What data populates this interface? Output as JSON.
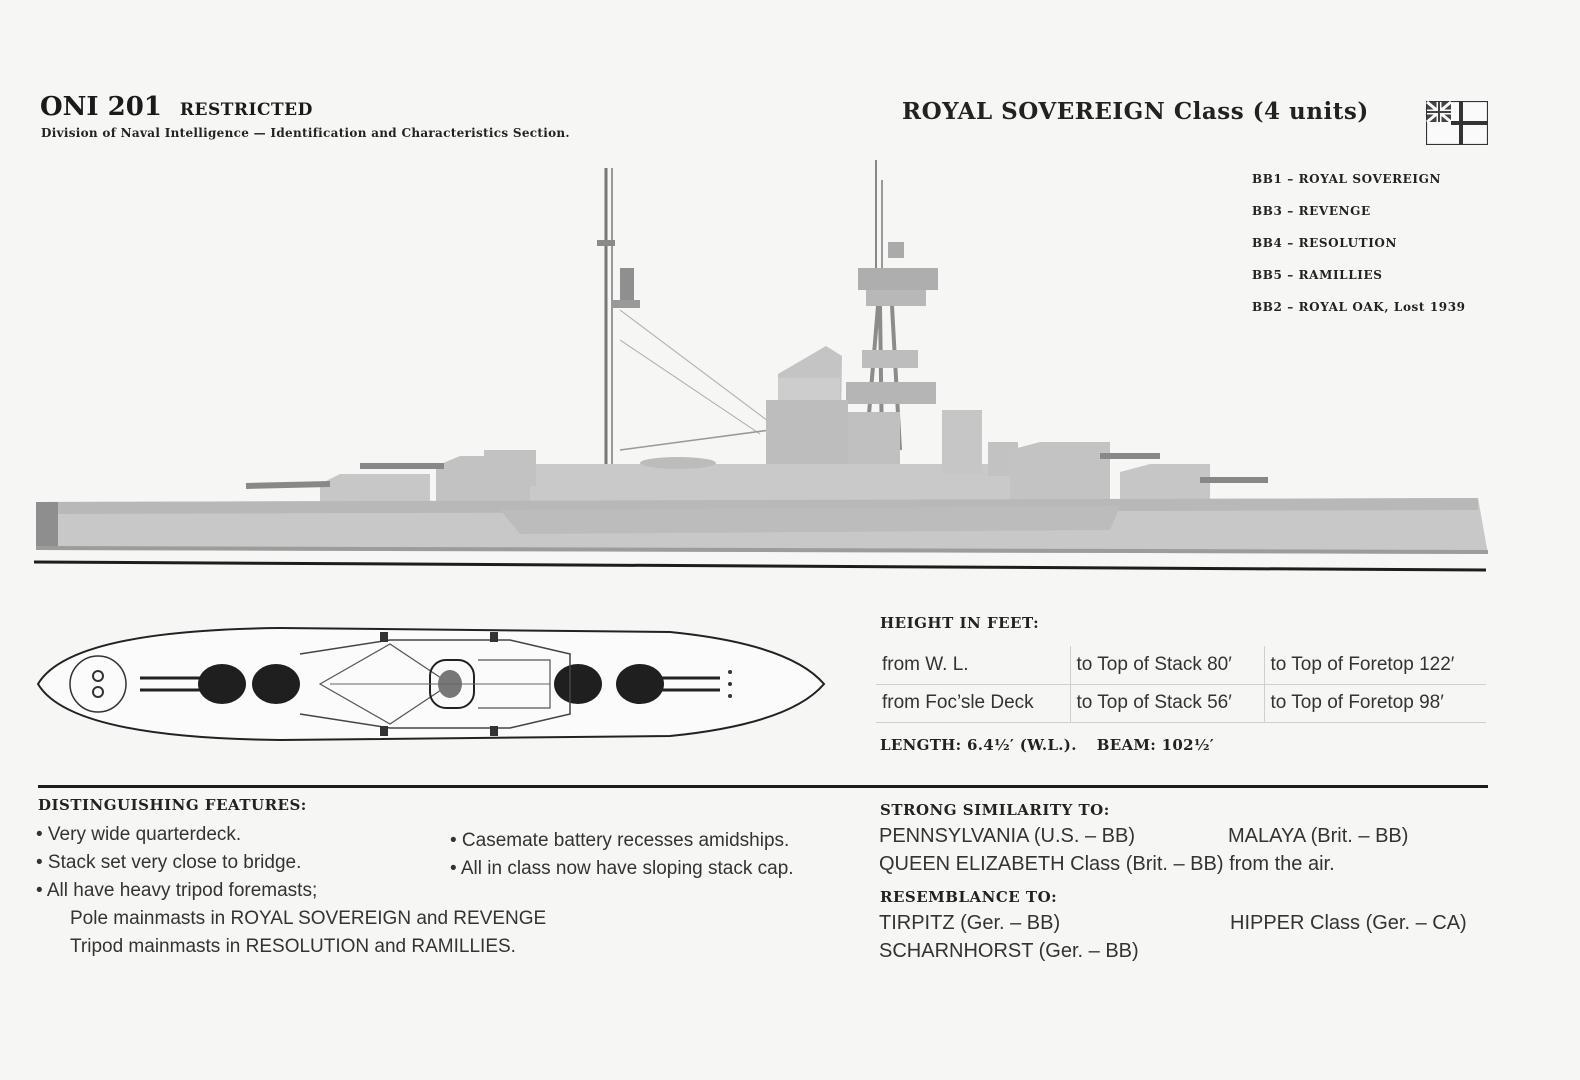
{
  "header": {
    "oni": "ONI 201",
    "restricted": "RESTRICTED",
    "division": "Division of Naval Intelligence — Identification and Characteristics Section.",
    "class_title": "ROYAL SOVEREIGN Class (4 units)"
  },
  "units": [
    {
      "hull": "BB1",
      "name": "ROYAL SOVEREIGN",
      "note": ""
    },
    {
      "hull": "BB3",
      "name": "REVENGE",
      "note": ""
    },
    {
      "hull": "BB4",
      "name": "RESOLUTION",
      "note": ""
    },
    {
      "hull": "BB5",
      "name": "RAMILLIES",
      "note": ""
    },
    {
      "hull": "BB2",
      "name": "ROYAL OAK,",
      "note": "Lost 1939"
    }
  ],
  "height": {
    "title": "HEIGHT IN FEET:",
    "rows": [
      {
        "from": "from W. L.",
        "stack": "to Top of Stack 80′",
        "foretop": "to Top of Foretop 122′"
      },
      {
        "from": "from Foc’sle Deck",
        "stack": "to Top of Stack 56′",
        "foretop": "to Top of Foretop 98′"
      }
    ],
    "length": "LENGTH: 6.4½′ (W.L.).",
    "beam": "BEAM: 102½′"
  },
  "features": {
    "title": "DISTINGUISHING FEATURES:",
    "left": [
      "• Very wide quarterdeck.",
      "• Stack set very close to bridge.",
      "• All have heavy tripod foremasts;",
      "Pole mainmasts in ROYAL SOVEREIGN and REVENGE",
      "Tripod mainmasts in RESOLUTION and RAMILLIES."
    ],
    "right": [
      "• Casemate battery recesses amidships.",
      "• All in class now have sloping stack cap."
    ]
  },
  "similarity": {
    "title": "STRONG SIMILARITY TO:",
    "items": [
      "PENNSYLVANIA (U.S. – BB)",
      "MALAYA (Brit. – BB)",
      "QUEEN ELIZABETH Class (Brit. – BB) from the air."
    ]
  },
  "resemblance": {
    "title": "RESEMBLANCE TO:",
    "items": [
      "TIRPITZ (Ger. – BB)",
      "HIPPER Class (Ger. – CA)",
      "SCHARNHORST (Ger. – BB)"
    ]
  }
}
